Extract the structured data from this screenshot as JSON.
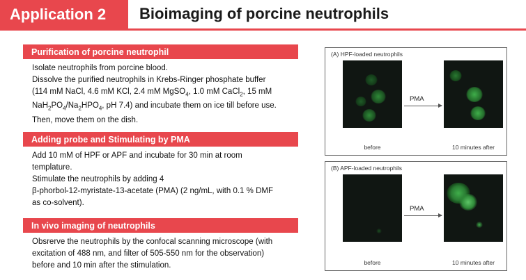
{
  "header": {
    "app_tag": "Application 2",
    "title": "Bioimaging of porcine neutrophils"
  },
  "sections": [
    {
      "heading": "Purification of porcine neutrophil",
      "lines": [
        "Isolate neutrophils from porcine blood.",
        "Dissolve the purified neutrophils in Krebs-Ringer phosphate buffer",
        "Then, move them on the dish."
      ]
    },
    {
      "heading": "Adding probe and Stimulating by PMA",
      "lines": [
        "Add 10 mM of HPF or APF and incubate for 30 min at room",
        "templature.",
        "Stimulate the neutrophils by adding 4",
        "β-phorbol-12-myristate-13-acetate (PMA) (2 ng/mL, with 0.1 % DMF",
        "as co-solvent)."
      ]
    },
    {
      "heading": "In vivo imaging of neutrophils",
      "lines": [
        "Obsrerve the neutrophils by the confocal scanning microscope (with",
        "excitation of 488 nm, and filter of 505-550 nm for the observation)",
        "before and 10 min after the stimulation."
      ]
    }
  ],
  "buffer": {
    "l1": "(114 mM NaCl, 4.6 mM KCl, 2.4 mM MgSO",
    "l1_sub": "4",
    "l1_b": ", 1.0 mM CaCl",
    "l1_sub2": "2",
    "l1_c": ", 15 mM",
    "l2_a": "NaH",
    "l2_sub1": "2",
    "l2_b": "PO",
    "l2_sub2": "4",
    "l2_c": "/Na",
    "l2_sub3": "2",
    "l2_d": "HPO",
    "l2_sub4": "4",
    "l2_e": ", pH 7.4) and incubate them on ice till before use."
  },
  "figure": {
    "panel_a": {
      "label": "(A) HPF-loaded neutrophils",
      "arrow": "PMA",
      "before": "before",
      "after": "10 minutes after"
    },
    "panel_b": {
      "label": "(B) APF-loaded neutrophils",
      "arrow": "PMA",
      "before": "before",
      "after": "10 minutes after"
    },
    "colors": {
      "fluorescence": "#3fae4a",
      "background": "#101612",
      "accent": "#e8474d"
    }
  }
}
